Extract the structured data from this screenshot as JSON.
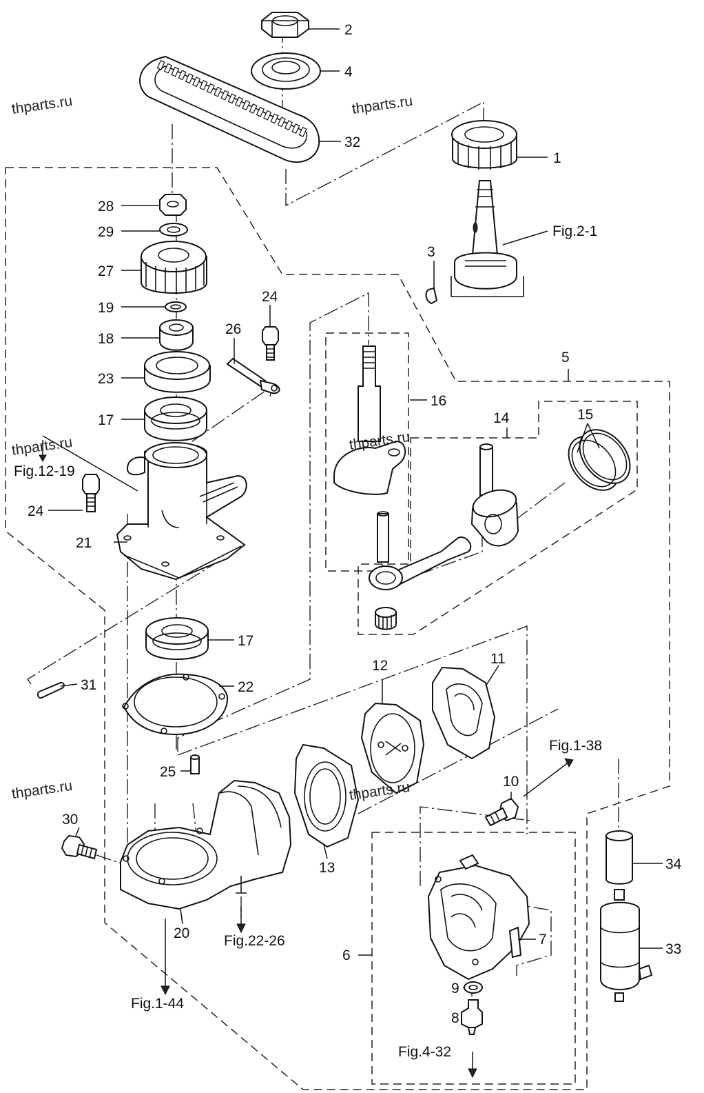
{
  "watermarks": [
    "thparts.ru",
    "thparts.ru",
    "thparts.ru",
    "thparts.ru",
    "thparts.ru"
  ],
  "labels": {
    "p1": "1",
    "p2": "2",
    "p3": "3",
    "p4": "4",
    "p5": "5",
    "p6": "6",
    "p7": "7",
    "p8": "8",
    "p9": "9",
    "p10": "10",
    "p11": "11",
    "p12": "12",
    "p13": "13",
    "p14": "14",
    "p15": "15",
    "p16": "16",
    "p17a": "17",
    "p17b": "17",
    "p18": "18",
    "p19": "19",
    "p20": "20",
    "p21": "21",
    "p22": "22",
    "p23": "23",
    "p24a": "24",
    "p24b": "24",
    "p25": "25",
    "p26": "26",
    "p27": "27",
    "p28": "28",
    "p29": "29",
    "p30": "30",
    "p31": "31",
    "p32": "32",
    "p33": "33",
    "p34": "34"
  },
  "references": {
    "fig_2_1": "Fig.2-1",
    "fig_12_19": "Fig.12-19",
    "fig_1_38": "Fig.1-38",
    "fig_22_26": "Fig.22-26",
    "fig_1_44": "Fig.1-44",
    "fig_4_32": "Fig.4-32"
  }
}
